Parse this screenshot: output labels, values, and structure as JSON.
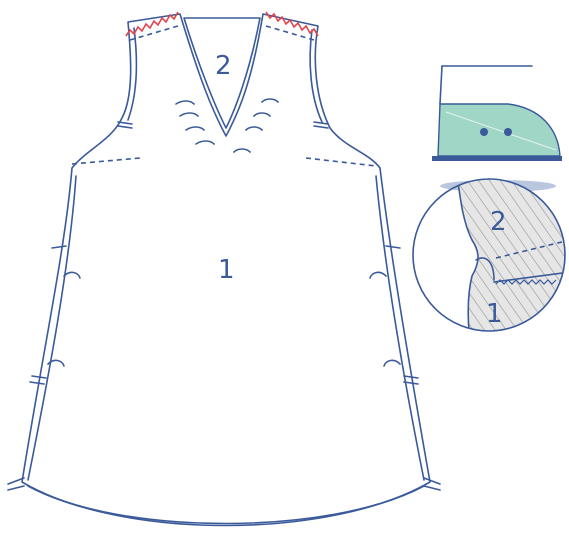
{
  "labels": {
    "front_piece": "1",
    "facing_piece": "2",
    "detail_upper": "2",
    "detail_lower": "1"
  },
  "colors": {
    "outline": "#3a5a9a",
    "hatch": "#9a9a9a",
    "fabric_fill": "#e6e6e6",
    "zigzag": "#e2434b",
    "iron_body": "#9fd6c6",
    "iron_sole": "#3a5a9a",
    "steam_shadow": "#a9b8d4"
  },
  "icons": [
    "iron-icon",
    "magnifier-circle"
  ]
}
